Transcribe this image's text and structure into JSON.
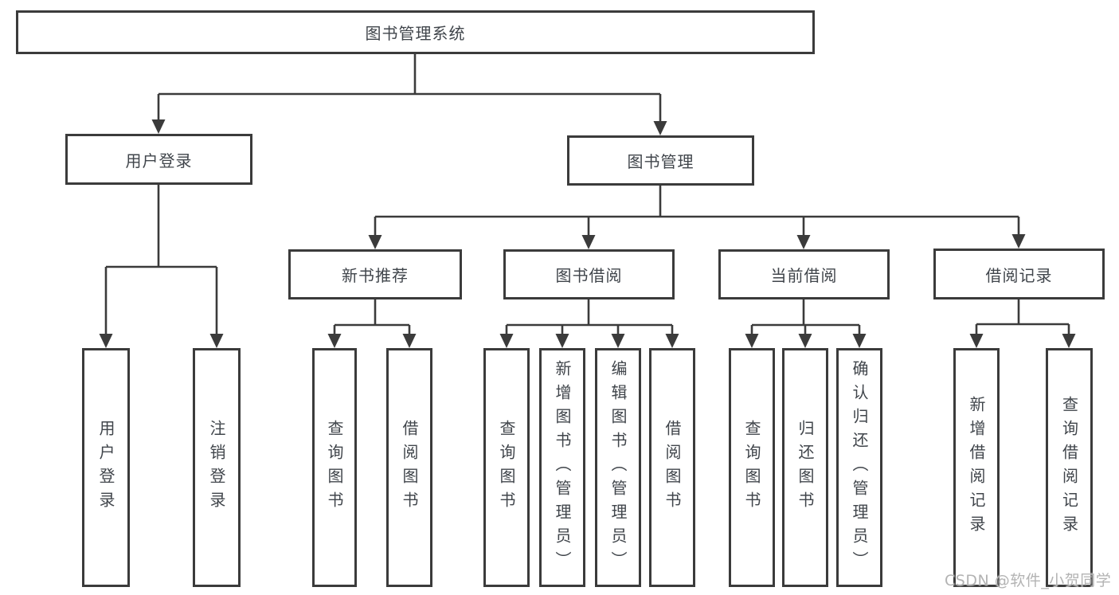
{
  "diagram": {
    "type": "hierarchy-tree",
    "nodes": {
      "root": {
        "label": "图书管理系统"
      },
      "user_login": {
        "label": "用户登录"
      },
      "book_management": {
        "label": "图书管理"
      },
      "new_book_recommend": {
        "label": "新书推荐"
      },
      "book_borrowing": {
        "label": "图书借阅"
      },
      "current_borrowing": {
        "label": "当前借阅"
      },
      "borrowing_records": {
        "label": "借阅记录"
      },
      "leaf_user_login": {
        "label": "用户登录"
      },
      "leaf_logout": {
        "label": "注销登录"
      },
      "leaf_query_books_1": {
        "label": "查询图书"
      },
      "leaf_borrow_books_1": {
        "label": "借阅图书"
      },
      "leaf_query_books_2": {
        "label": "查询图书"
      },
      "leaf_add_books_admin": {
        "label": "新增图书（管理员）"
      },
      "leaf_edit_books_admin": {
        "label": "编辑图书（管理员）"
      },
      "leaf_borrow_books_2": {
        "label": "借阅图书"
      },
      "leaf_query_books_3": {
        "label": "查询图书"
      },
      "leaf_return_books": {
        "label": "归还图书"
      },
      "leaf_confirm_return_admin": {
        "label": "确认归还（管理员）"
      },
      "leaf_add_borrow_record": {
        "label": "新增借阅记录"
      },
      "leaf_query_borrow_record": {
        "label": "查询借阅记录"
      }
    },
    "edges": [
      [
        "root",
        "user_login"
      ],
      [
        "root",
        "book_management"
      ],
      [
        "user_login",
        "leaf_user_login"
      ],
      [
        "user_login",
        "leaf_logout"
      ],
      [
        "book_management",
        "new_book_recommend"
      ],
      [
        "book_management",
        "book_borrowing"
      ],
      [
        "book_management",
        "current_borrowing"
      ],
      [
        "book_management",
        "borrowing_records"
      ],
      [
        "new_book_recommend",
        "leaf_query_books_1"
      ],
      [
        "new_book_recommend",
        "leaf_borrow_books_1"
      ],
      [
        "book_borrowing",
        "leaf_query_books_2"
      ],
      [
        "book_borrowing",
        "leaf_add_books_admin"
      ],
      [
        "book_borrowing",
        "leaf_edit_books_admin"
      ],
      [
        "book_borrowing",
        "leaf_borrow_books_2"
      ],
      [
        "current_borrowing",
        "leaf_query_books_3"
      ],
      [
        "current_borrowing",
        "leaf_return_books"
      ],
      [
        "current_borrowing",
        "leaf_confirm_return_admin"
      ],
      [
        "borrowing_records",
        "leaf_add_borrow_record"
      ],
      [
        "borrowing_records",
        "leaf_query_borrow_record"
      ]
    ]
  },
  "watermark": {
    "text": "CSDN @软件_小贺同学"
  },
  "colors": {
    "line": "#3b3b3b",
    "box_border": "#3b3b3b",
    "text": "#40454b",
    "watermark": "#b3b3b3",
    "background": "#ffffff"
  }
}
